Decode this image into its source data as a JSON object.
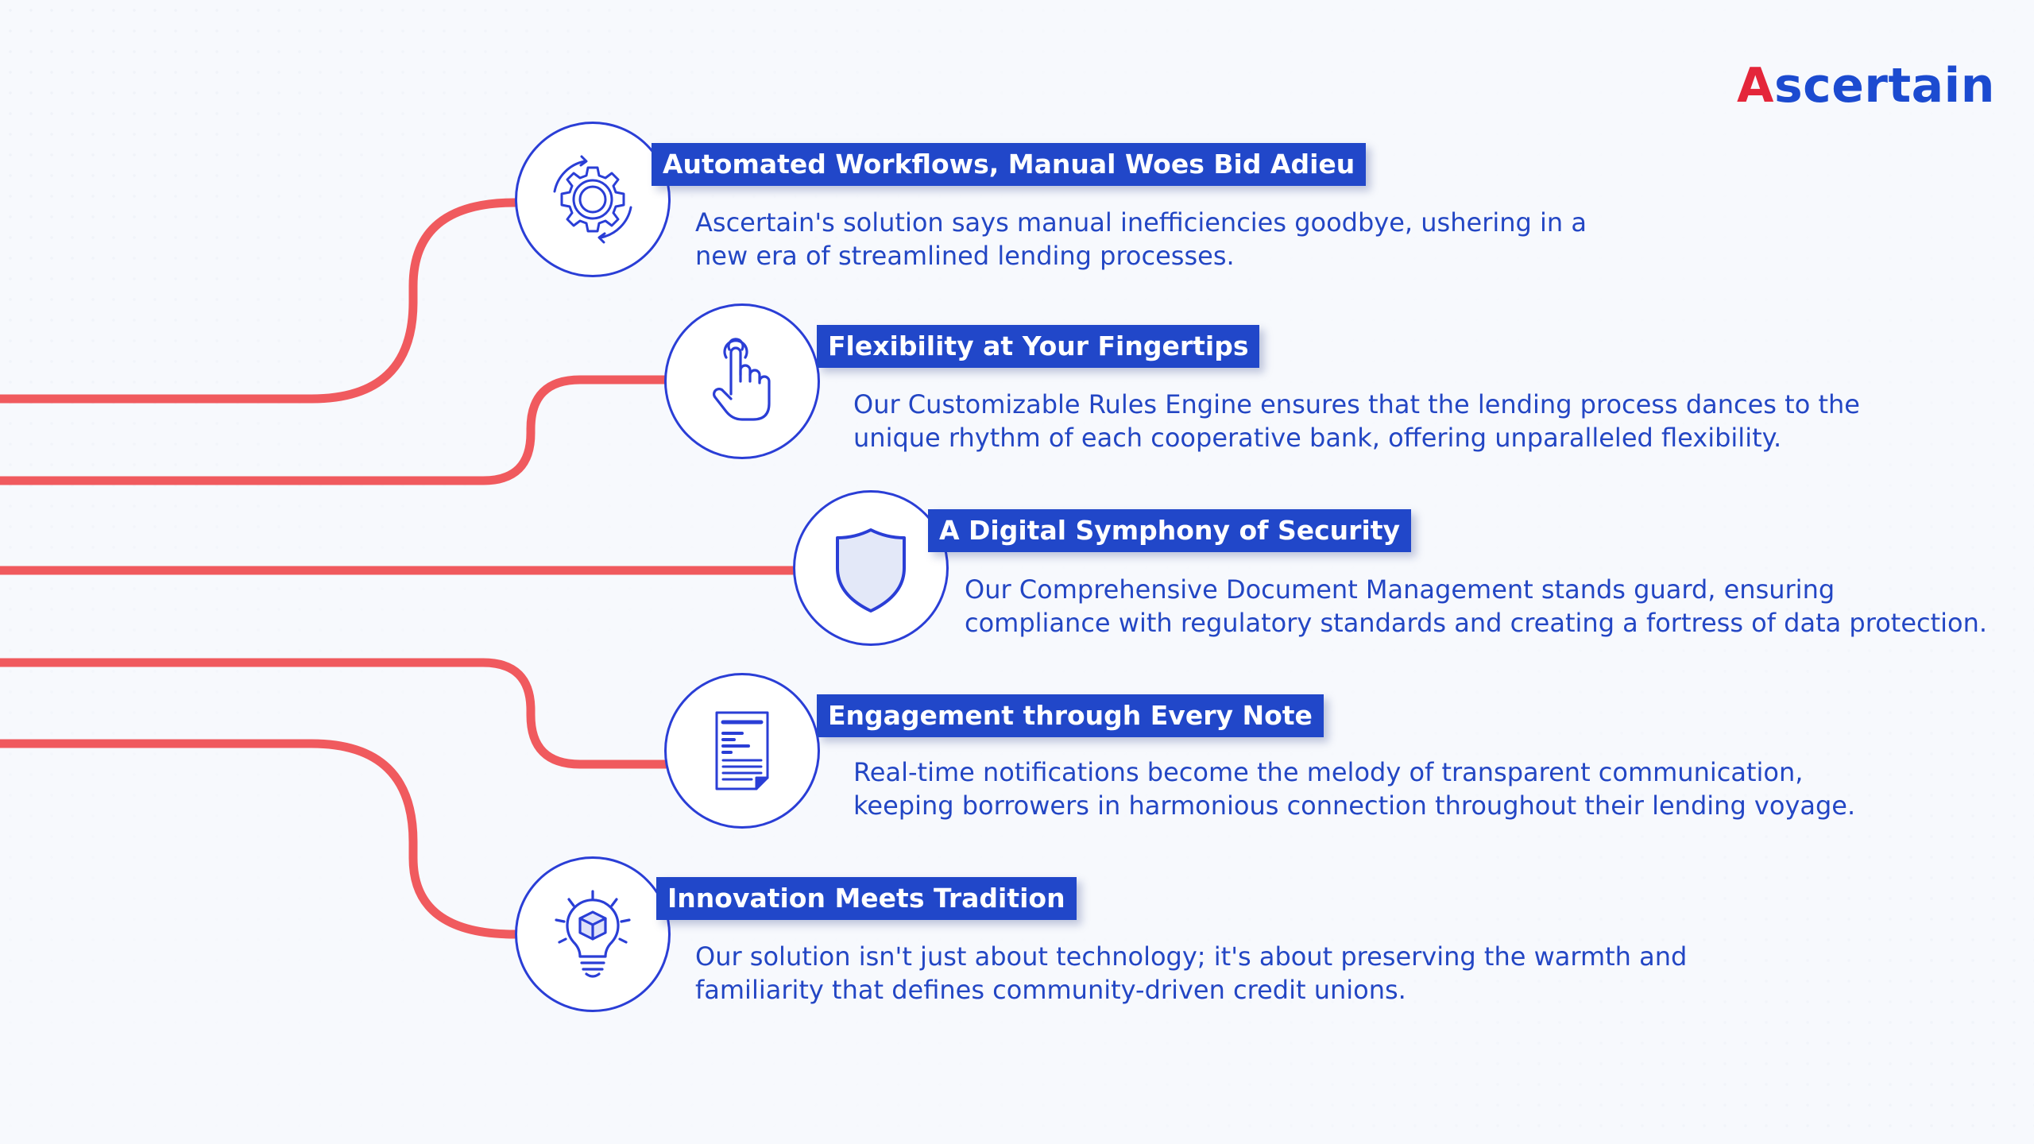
{
  "brand": {
    "logo_first": "A",
    "logo_rest": "scertain",
    "accent_color": "#e4263a",
    "primary_color": "#2147c9"
  },
  "connector_color": "#f05a5e",
  "items": [
    {
      "icon": "gear-icon",
      "title": "Automated Workflows, Manual  Woes Bid Adieu",
      "line1": "Ascertain's solution says manual inefficiencies goodbye, ushering in a",
      "line2": "new era of streamlined lending processes."
    },
    {
      "icon": "hand-pointer-icon",
      "title": "Flexibility at Your Fingertips",
      "line1": "Our Customizable Rules Engine ensures that the lending process dances to the",
      "line2": "unique rhythm of each cooperative bank, offering unparalleled flexibility."
    },
    {
      "icon": "shield-icon",
      "title": "A Digital Symphony of Security",
      "line1": "Our Comprehensive Document Management stands guard, ensuring",
      "line2": "compliance with regulatory standards and creating a fortress of data protection."
    },
    {
      "icon": "document-icon",
      "title": "Engagement through Every Note",
      "line1": "Real-time notifications become the melody of transparent communication,",
      "line2": "keeping borrowers in harmonious connection throughout their lending voyage."
    },
    {
      "icon": "lightbulb-icon",
      "title": "Innovation Meets Tradition",
      "line1": "Our solution isn't just about technology; it's about preserving the warmth and",
      "line2": "familiarity that defines community-driven credit unions."
    }
  ]
}
